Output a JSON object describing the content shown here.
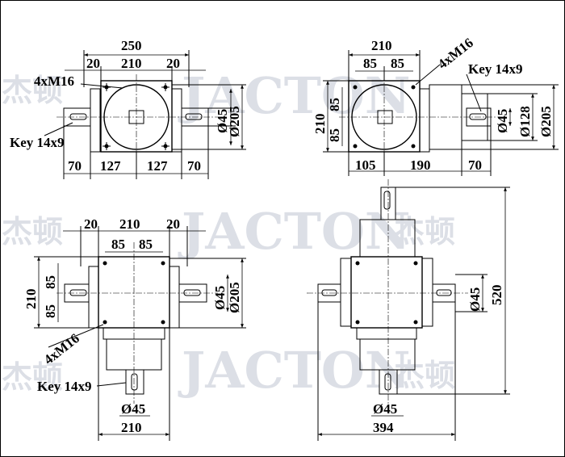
{
  "watermark": {
    "latin": "JACTON",
    "cjk": "杰顿"
  },
  "top_left": {
    "overall_width": "250",
    "flange_left": "20",
    "bolt_spacing": "210",
    "flange_right": "20",
    "bolts": "4xM16",
    "key": "Key 14x9",
    "shaft_dia": "Ø45",
    "flange_dia": "Ø205",
    "shaft_left": "70",
    "half_left": "127",
    "half_right": "127",
    "shaft_right": "70"
  },
  "top_right": {
    "width": "210",
    "bolt_x1": "85",
    "bolt_x2": "85",
    "bolts": "4xM16",
    "key": "Key 14x9",
    "height": "210",
    "bolt_y1": "85",
    "bolt_y2": "85",
    "shaft_dia": "Ø45",
    "pilot_dia": "Ø128",
    "flange_dia": "Ø205",
    "left_offset": "105",
    "center_to_face": "190",
    "shaft_len": "70"
  },
  "bottom_left": {
    "flange_left": "20",
    "bolt_spacing": "210",
    "flange_right": "20",
    "bolt_x1": "85",
    "bolt_x2": "85",
    "height": "210",
    "bolt_y1": "85",
    "bolt_y2": "85",
    "bolts": "4xM16",
    "key": "Key 14x9",
    "shaft_dia": "Ø45",
    "flange_dia": "Ø205",
    "bottom_shaft_dia": "Ø45",
    "base_width": "210"
  },
  "bottom_right": {
    "shaft_dia": "Ø45",
    "overall_height": "520",
    "bottom_shaft_dia": "Ø45",
    "overall_width": "394"
  }
}
